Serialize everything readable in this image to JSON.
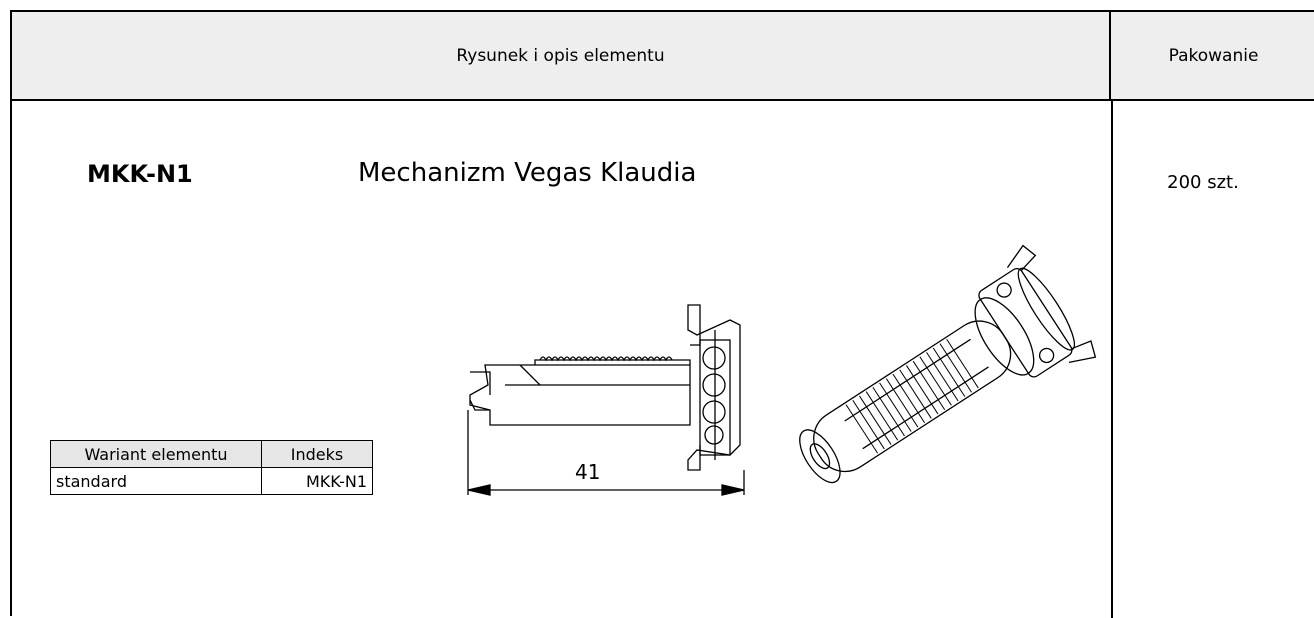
{
  "header": {
    "description_col": "Rysunek i opis elementu",
    "packaging_col": "Pakowanie"
  },
  "product": {
    "code": "MKK-N1",
    "name": "Mechanizm Vegas Klaudia",
    "packaging": "200 szt."
  },
  "variants_table": {
    "headers": [
      "Wariant elementu",
      "Indeks"
    ],
    "rows": [
      [
        "standard",
        "MKK-N1"
      ]
    ]
  },
  "drawing": {
    "dimension_label": "41"
  }
}
